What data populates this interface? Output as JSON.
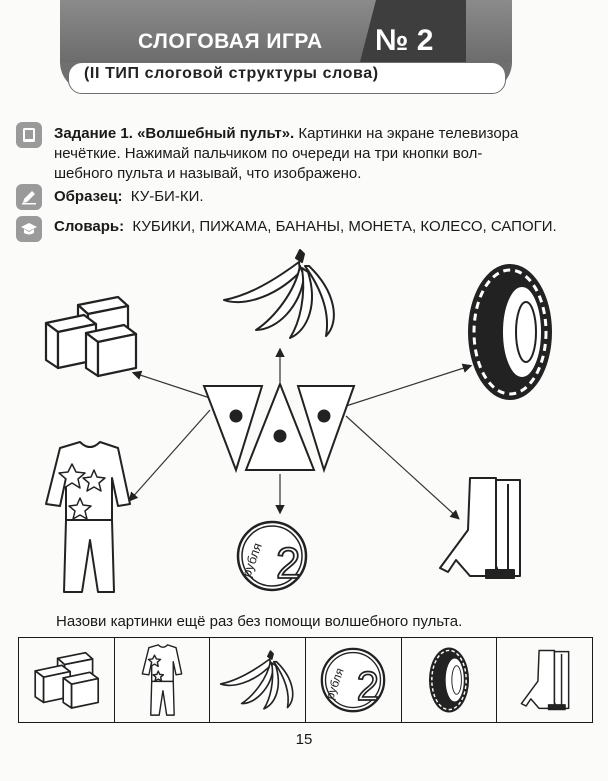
{
  "header": {
    "title": "СЛОГОВАЯ ИГРА",
    "number": "№ 2",
    "subtitle": "(II ТИП слоговой структуры слова)"
  },
  "task": {
    "label": "Задание 1. «Волшебный пульт».",
    "text_line1": " Картинки на экране телевизора",
    "text_line2": "нечёткие. Нажимай пальчиком по очереди на три кнопки вол-",
    "text_line3": "шебного пульта и называй, что изображено."
  },
  "sample": {
    "label": "Образец:",
    "value": "КУ-БИ-КИ."
  },
  "dictionary": {
    "label": "Словарь:",
    "words": "КУБИКИ, ПИЖАМА, БАНАНЫ, МОНЕТА, КОЛЕСО, САПОГИ."
  },
  "coin": {
    "word": "рубля",
    "digit": "2"
  },
  "bottom_instruction": "Назови картинки ещё раз без помощи волшебного пульта.",
  "page_number": "15",
  "icons": [
    "book-icon",
    "pencil-icon",
    "graduation-cap-icon"
  ]
}
